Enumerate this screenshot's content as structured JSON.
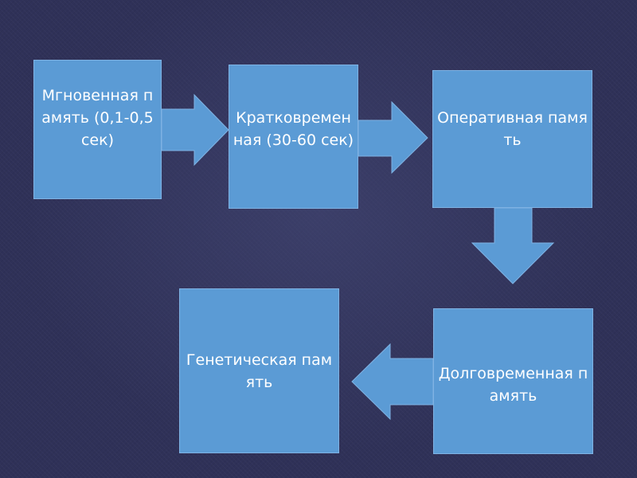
{
  "colors": {
    "background": "#2f3158",
    "box_fill": "#5b9bd5",
    "text": "#ffffff"
  },
  "blocks": {
    "instant": "Мгновенная память (0,1-0,5 сек)",
    "short_term": "Кратковременная (30-60 сек)",
    "working": "Оперативная память",
    "long_term": "Долговременная память",
    "genetic": "Генетическая память"
  },
  "arrows": [
    {
      "from": "instant",
      "to": "short_term",
      "direction": "right"
    },
    {
      "from": "short_term",
      "to": "working",
      "direction": "right"
    },
    {
      "from": "working",
      "to": "long_term",
      "direction": "down"
    },
    {
      "from": "long_term",
      "to": "genetic",
      "direction": "left"
    }
  ]
}
